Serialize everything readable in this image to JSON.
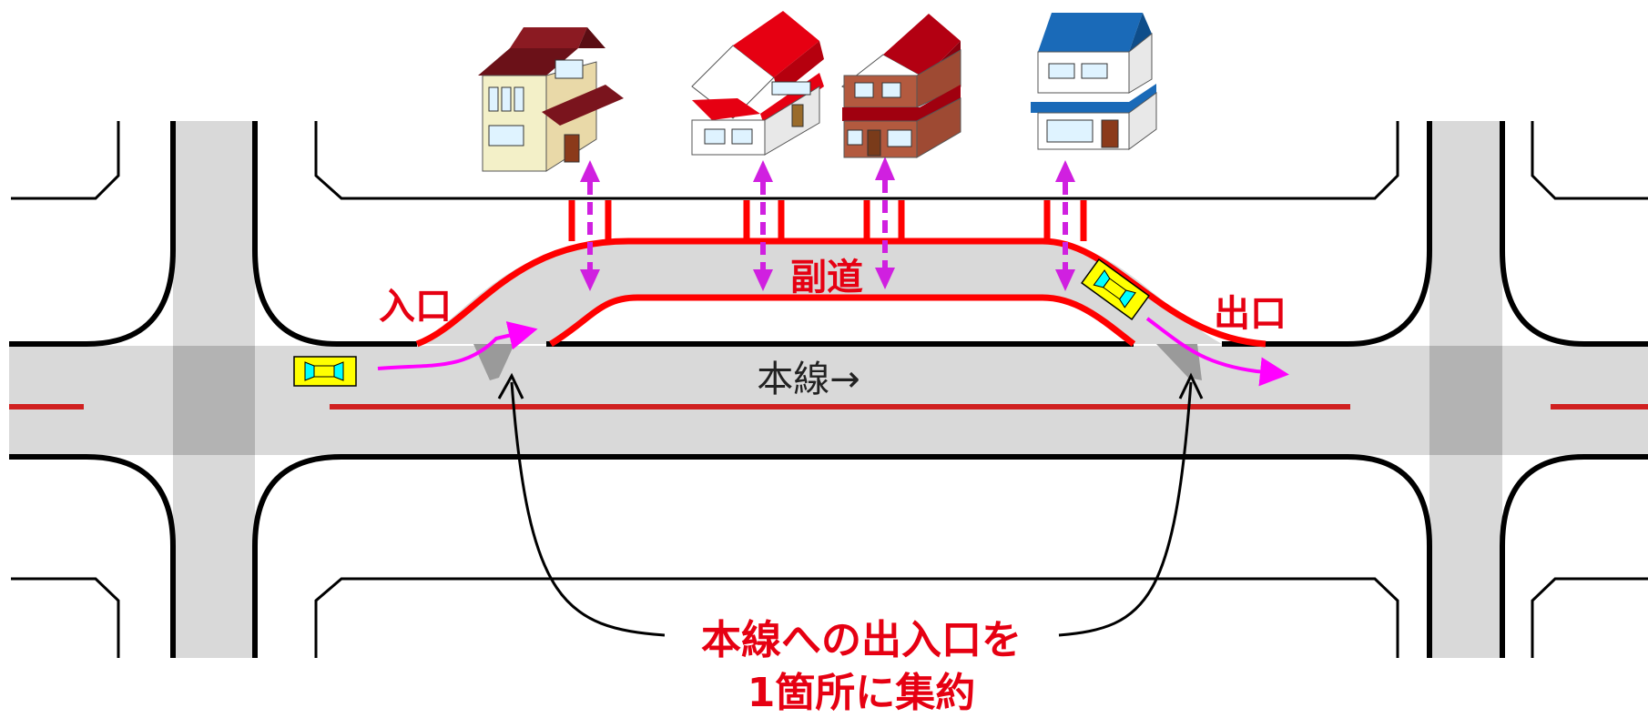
{
  "labels": {
    "frontage_road": "副道",
    "entrance": "入口",
    "exit": "出口",
    "mainline": "本線→",
    "caption_line1": "本線への出入口を",
    "caption_line2": "1箇所に集約"
  },
  "colors": {
    "road": "#d9d9d9",
    "intersection": "#b3b3b3",
    "curb": "#000000",
    "frontage_outline": "#ff0000",
    "centerline": "#d02020",
    "arrow_magenta": "#ff00ff",
    "access_arrow": "#d020e0",
    "label_red": "#e60012",
    "car_body": "#ffff00",
    "car_window": "#00ffff"
  },
  "houses": [
    {
      "name": "house-1",
      "roof": "maroon"
    },
    {
      "name": "house-2",
      "roof": "red"
    },
    {
      "name": "house-3",
      "roof": "brick"
    },
    {
      "name": "house-4",
      "roof": "blue"
    }
  ]
}
